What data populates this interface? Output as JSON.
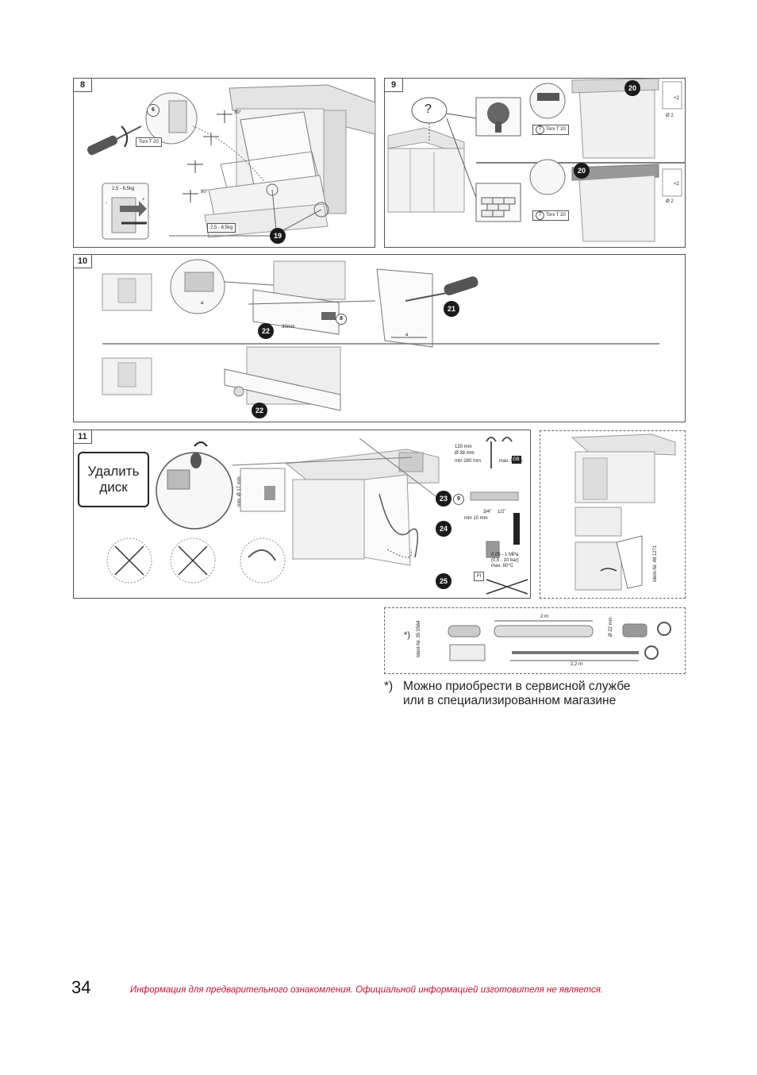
{
  "panels": {
    "p8": {
      "number": "8",
      "torx_label": "Torx T 20",
      "callout_6": "6",
      "angle_30": "30°",
      "angle_90": "90°",
      "weight_range_a": "2,5 - 6,5kg",
      "weight_range_b": "2,5 - 6,5kg",
      "minus": "-",
      "plus": "+",
      "callout_19": "19"
    },
    "p9": {
      "number": "9",
      "question_mark": "?",
      "torx_top": "Torx T 20",
      "torx_bottom": "Torx T 20",
      "screw_num_top": "7",
      "screw_num_bottom": "7",
      "callout_20_top": "20",
      "callout_20_bottom": "20",
      "diam_top": "Ø 2",
      "diam_bottom": "Ø 2",
      "gap_top": "<2",
      "gap_bottom": "<2"
    },
    "p10": {
      "number": "10",
      "callout_21": "21",
      "callout_22_top": "22",
      "callout_22_bottom": "22",
      "dim_a_top": "a",
      "dim_a_right": "a",
      "screw_num": "8",
      "dim_label": "30mm"
    },
    "p11": {
      "number": "11",
      "remove_disc": "Удалить\nдиск",
      "min_diam_17": "min. Ø 17 mm",
      "dim_120": "120 mm",
      "dim_38": "Ø 38 mm",
      "dim_280": "min 280 mm",
      "max_09": "max. 0,9 m",
      "gb": "GB",
      "callout_23": "23",
      "callout_24": "24",
      "callout_25": "25",
      "screw_num": "9",
      "thread_34": "3/4\"",
      "thread_12": "1/2\"",
      "min_10": "min 10 mm",
      "pressure": "0,05 - 1 MPa",
      "pressure_bar": "(0,5 - 10 bar)",
      "max_temp": "max. 60°C",
      "fi_label": "FI"
    },
    "side": {
      "ident": "Ident-Nr. 48 1271"
    },
    "accessories": {
      "ident": "Ident-Nr. 35 0564",
      "len_2m": "2 m",
      "len_22m": "2,2 m",
      "diam_22": "Ø 22 mm",
      "star": "*)"
    }
  },
  "footnote": {
    "mark": "*)",
    "text": "Можно приобрести в сервисной службе\nили в специализированном магазине"
  },
  "page": {
    "number": "34",
    "disclaimer": "Информация для предварительного ознакомления. Официальной информацией изготовителя не является."
  },
  "colors": {
    "disclaimer": "#c8102e",
    "border": "#555555",
    "callout": "#1a1a1a"
  }
}
